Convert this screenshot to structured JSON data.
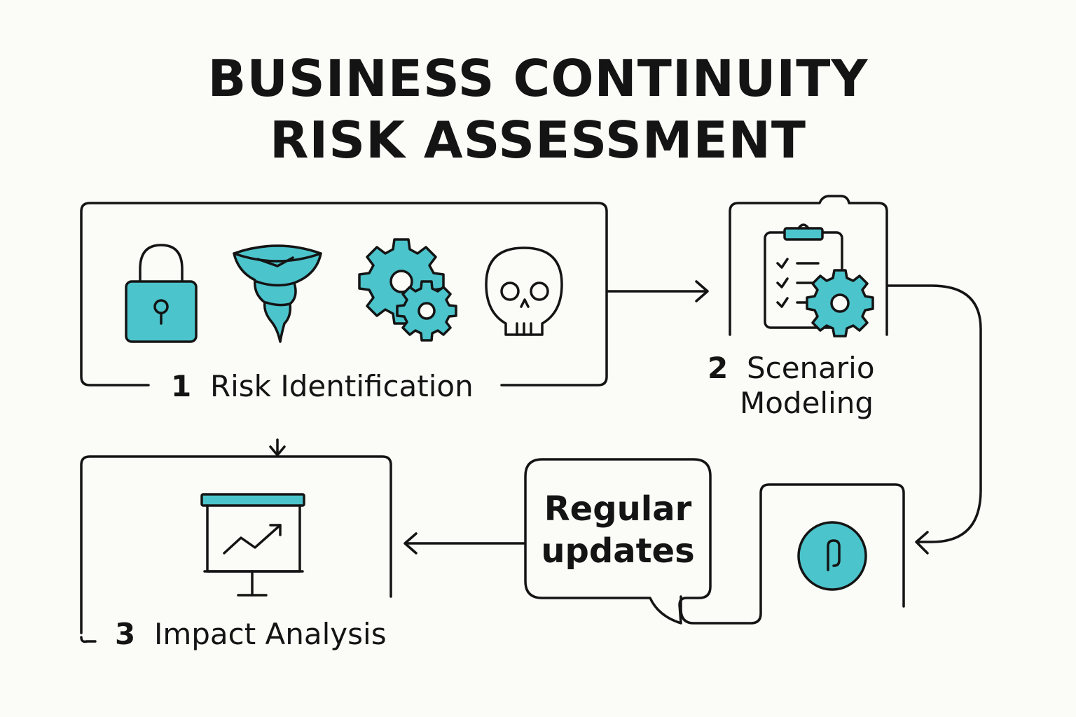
{
  "title": {
    "line1": "BUSINESS CONTINUITY",
    "line2": "RISK ASSESSMENT"
  },
  "steps": [
    {
      "number": "1",
      "label": "Risk Identification"
    },
    {
      "number": "2",
      "label_line1": "Scenario",
      "label_line2": "Modeling"
    },
    {
      "number": "3",
      "label": "Impact Analysis"
    }
  ],
  "callout": {
    "line1": "Regular",
    "line2": "updates"
  },
  "icons": {
    "risk_identification": [
      "padlock-icon",
      "tornado-icon",
      "gears-icon",
      "skull-icon"
    ],
    "scenario_modeling": [
      "clipboard-checklist-icon",
      "gear-icon"
    ],
    "impact_analysis": [
      "presentation-chart-icon"
    ],
    "monitoring": [
      "circle-lock-icon"
    ]
  },
  "colors": {
    "accent": "#4cc4cc",
    "stroke": "#141414",
    "background": "#fbfbf7"
  }
}
